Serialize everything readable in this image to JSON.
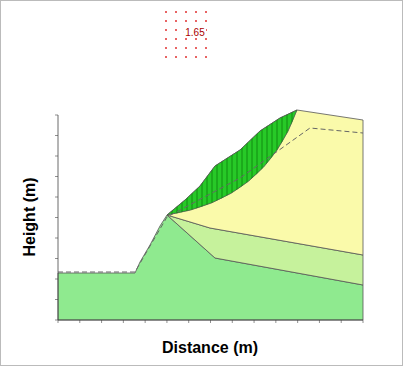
{
  "diagram": {
    "labels": [
      "1.65",
      "Height (m)",
      "Distance (m)"
    ]
  }
}
